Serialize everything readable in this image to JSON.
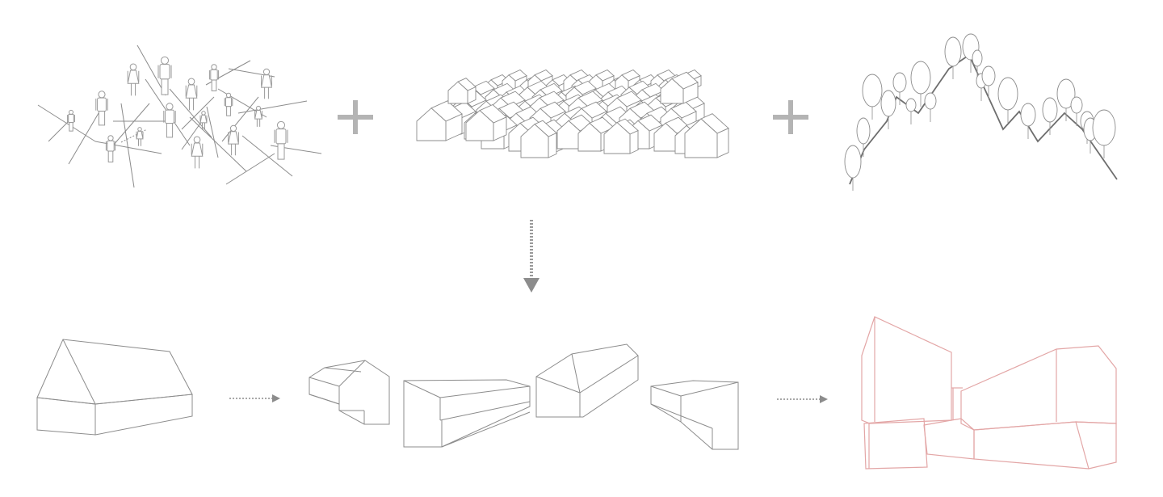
{
  "diagram": {
    "stroke_color": "#8c8c8c",
    "accent_color": "#e3a6a6",
    "operator_color": "#b4b4b4",
    "top_row": [
      "people-network",
      "village-houses",
      "treed-hills"
    ],
    "operators": [
      "plus",
      "plus"
    ],
    "bottom_row": [
      "single-house",
      "fragmented-volumes",
      "composed-building"
    ],
    "arrow_style": "dotted"
  }
}
